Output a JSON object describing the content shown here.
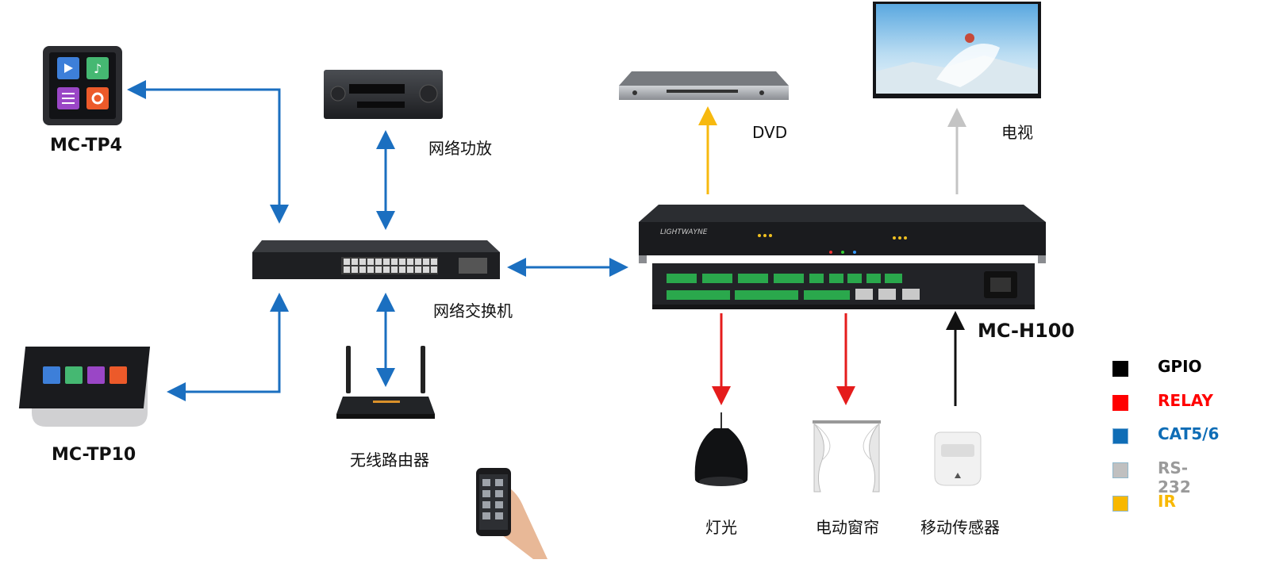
{
  "devices": {
    "tp4": "MC-TP4",
    "tp10": "MC-TP10",
    "amplifier": "网络功放",
    "switch": "网络交换机",
    "router": "无线路由器",
    "dvd": "DVD",
    "tv": "电视",
    "host": "MC-H100",
    "light": "灯光",
    "curtain": "电动窗帘",
    "sensor": "移动传感器"
  },
  "hardware_text": {
    "brand": "LIGHTWAYNE"
  },
  "legend": [
    {
      "label": "GPIO",
      "color": "#000000",
      "text_color": "#000000"
    },
    {
      "label": "RELAY",
      "color": "#ff0000",
      "text_color": "#ff0000"
    },
    {
      "label": "CAT5/6",
      "color": "#0f6db6",
      "text_color": "#0f6db6"
    },
    {
      "label": "RS-232",
      "color": "#c0c0c0",
      "text_color": "#9a9a9a"
    },
    {
      "label": "IR",
      "color": "#f8b800",
      "text_color": "#f8b800"
    }
  ],
  "colors": {
    "cat": "#1b6fc0",
    "relay": "#e51c1c",
    "gpio": "#111111",
    "rs232": "#c4c4c4",
    "ir": "#f7b90f"
  }
}
